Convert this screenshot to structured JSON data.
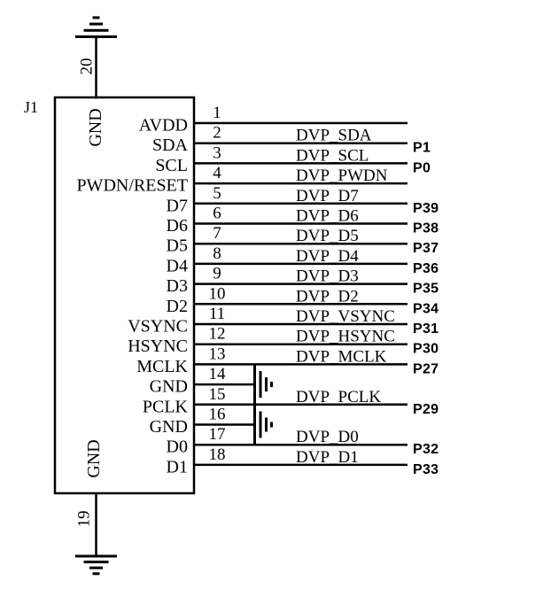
{
  "colors": {
    "wire": "#000000",
    "text": "#000000",
    "port": "#1733d0",
    "background": "#ffffff"
  },
  "connector": {
    "designator": "J1",
    "top_pin": {
      "num": "20",
      "label": "GND"
    },
    "bottom_pin": {
      "num": "19",
      "label": "GND"
    },
    "pins": [
      {
        "num": "1",
        "name": "AVDD",
        "signal": "",
        "port": "",
        "ground": false
      },
      {
        "num": "2",
        "name": "SDA",
        "signal": "DVP_SDA",
        "port": "P1",
        "ground": false
      },
      {
        "num": "3",
        "name": "SCL",
        "signal": "DVP_SCL",
        "port": "P0",
        "ground": false
      },
      {
        "num": "4",
        "name": "PWDN/RESET",
        "signal": "DVP_PWDN",
        "port": "",
        "ground": false
      },
      {
        "num": "5",
        "name": "D7",
        "signal": "DVP_D7",
        "port": "P39",
        "ground": false
      },
      {
        "num": "6",
        "name": "D6",
        "signal": "DVP_D6",
        "port": "P38",
        "ground": false
      },
      {
        "num": "7",
        "name": "D5",
        "signal": "DVP_D5",
        "port": "P37",
        "ground": false
      },
      {
        "num": "8",
        "name": "D4",
        "signal": "DVP_D4",
        "port": "P36",
        "ground": false
      },
      {
        "num": "9",
        "name": "D3",
        "signal": "DVP_D3",
        "port": "P35",
        "ground": false
      },
      {
        "num": "10",
        "name": "D2",
        "signal": "DVP_D2",
        "port": "P34",
        "ground": false
      },
      {
        "num": "11",
        "name": "VSYNC",
        "signal": "DVP_VSYNC",
        "port": "P31",
        "ground": false
      },
      {
        "num": "12",
        "name": "HSYNC",
        "signal": "DVP_HSYNC",
        "port": "P30",
        "ground": false
      },
      {
        "num": "13",
        "name": "MCLK",
        "signal": "DVP_MCLK",
        "port": "P27",
        "ground": false
      },
      {
        "num": "14",
        "name": "GND",
        "signal": "",
        "port": "",
        "ground": true
      },
      {
        "num": "15",
        "name": "PCLK",
        "signal": "DVP_PCLK",
        "port": "P29",
        "ground": false
      },
      {
        "num": "16",
        "name": "GND",
        "signal": "",
        "port": "",
        "ground": true
      },
      {
        "num": "17",
        "name": "D0",
        "signal": "DVP_D0",
        "port": "P32",
        "ground": false
      },
      {
        "num": "18",
        "name": "D1",
        "signal": "DVP_D1",
        "port": "P33",
        "ground": false
      }
    ]
  }
}
